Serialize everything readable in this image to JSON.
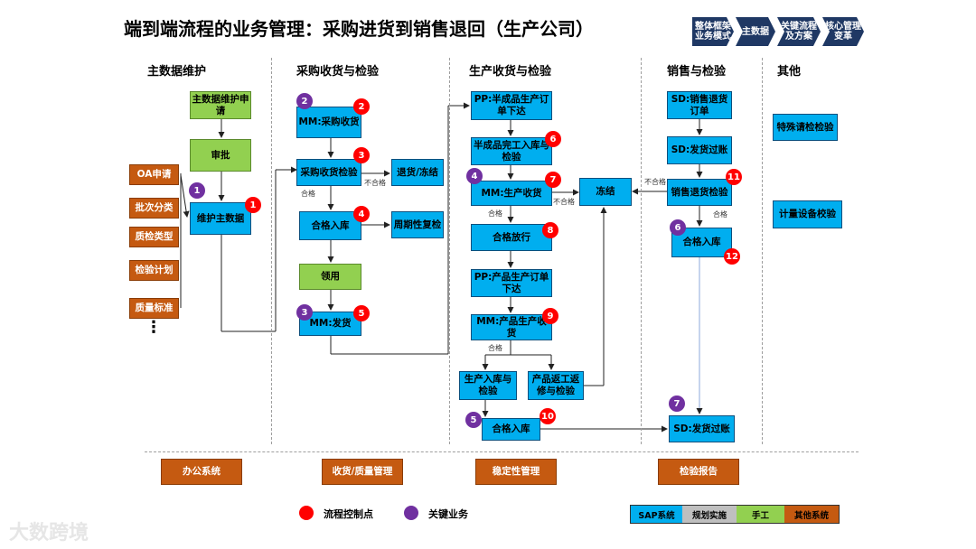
{
  "title": "端到端流程的业务管理：采购进货到销售退回（生产公司）",
  "nav": [
    "整体框架业务模式",
    "主数据",
    "关键流程及方案",
    "核心管理变革"
  ],
  "columns": [
    "主数据维护",
    "采购收货与检验",
    "生产收货与检验",
    "销售与检验",
    "其他"
  ],
  "boxes": {
    "md_apply": "主数据维护申请",
    "approve": "审批",
    "maintain": "维护主数据",
    "oa": "OA申请",
    "batch": "批次分类",
    "qc_type": "质检类型",
    "plan": "检验计划",
    "std": "质量标准",
    "mm_recv": "MM:采购收货",
    "pur_insp": "采购收货检验",
    "return_freeze": "退货/冻结",
    "ok_in": "合格入库",
    "periodic": "周期性复检",
    "use": "领用",
    "mm_issue": "MM:发货",
    "pp_semi": "PP:半成品生产订单下达",
    "semi_done": "半成品完工入库与检验",
    "mm_prod": "MM:生产收货",
    "ok_release": "合格放行",
    "pp_prod": "PP:产品生产订单下达",
    "mm_prod2": "MM:产品生产收货",
    "prod_in": "生产入库与检验",
    "rework": "产品返工返修与检验",
    "ok_in2": "合格入库",
    "freeze": "冻结",
    "sd_return": "SD:销售退货订单",
    "sd_ship": "SD:发货过账",
    "sales_insp": "销售退货检验",
    "ok_in3": "合格入库",
    "sd_ship2": "SD:发货过账",
    "special": "特殊请检检验",
    "calib": "计量设备校验"
  },
  "bottom": [
    "办公系统",
    "收货/质量管理",
    "稳定性管理",
    "检验报告"
  ],
  "labels": {
    "ok": "合格",
    "fail": "不合格",
    "ellipsis": "⋮"
  },
  "legend": {
    "red": "流程控制点",
    "purple": "关键业务"
  },
  "systems": [
    "SAP系统",
    "规划实施",
    "手工",
    "其他系统"
  ],
  "colors": {
    "sap": "#00aeef",
    "plan": "#bfbfbf",
    "manual": "#92d050",
    "other": "#c55a11",
    "red": "#ff0000",
    "purple": "#7030a0"
  },
  "watermark": "大数跨境"
}
